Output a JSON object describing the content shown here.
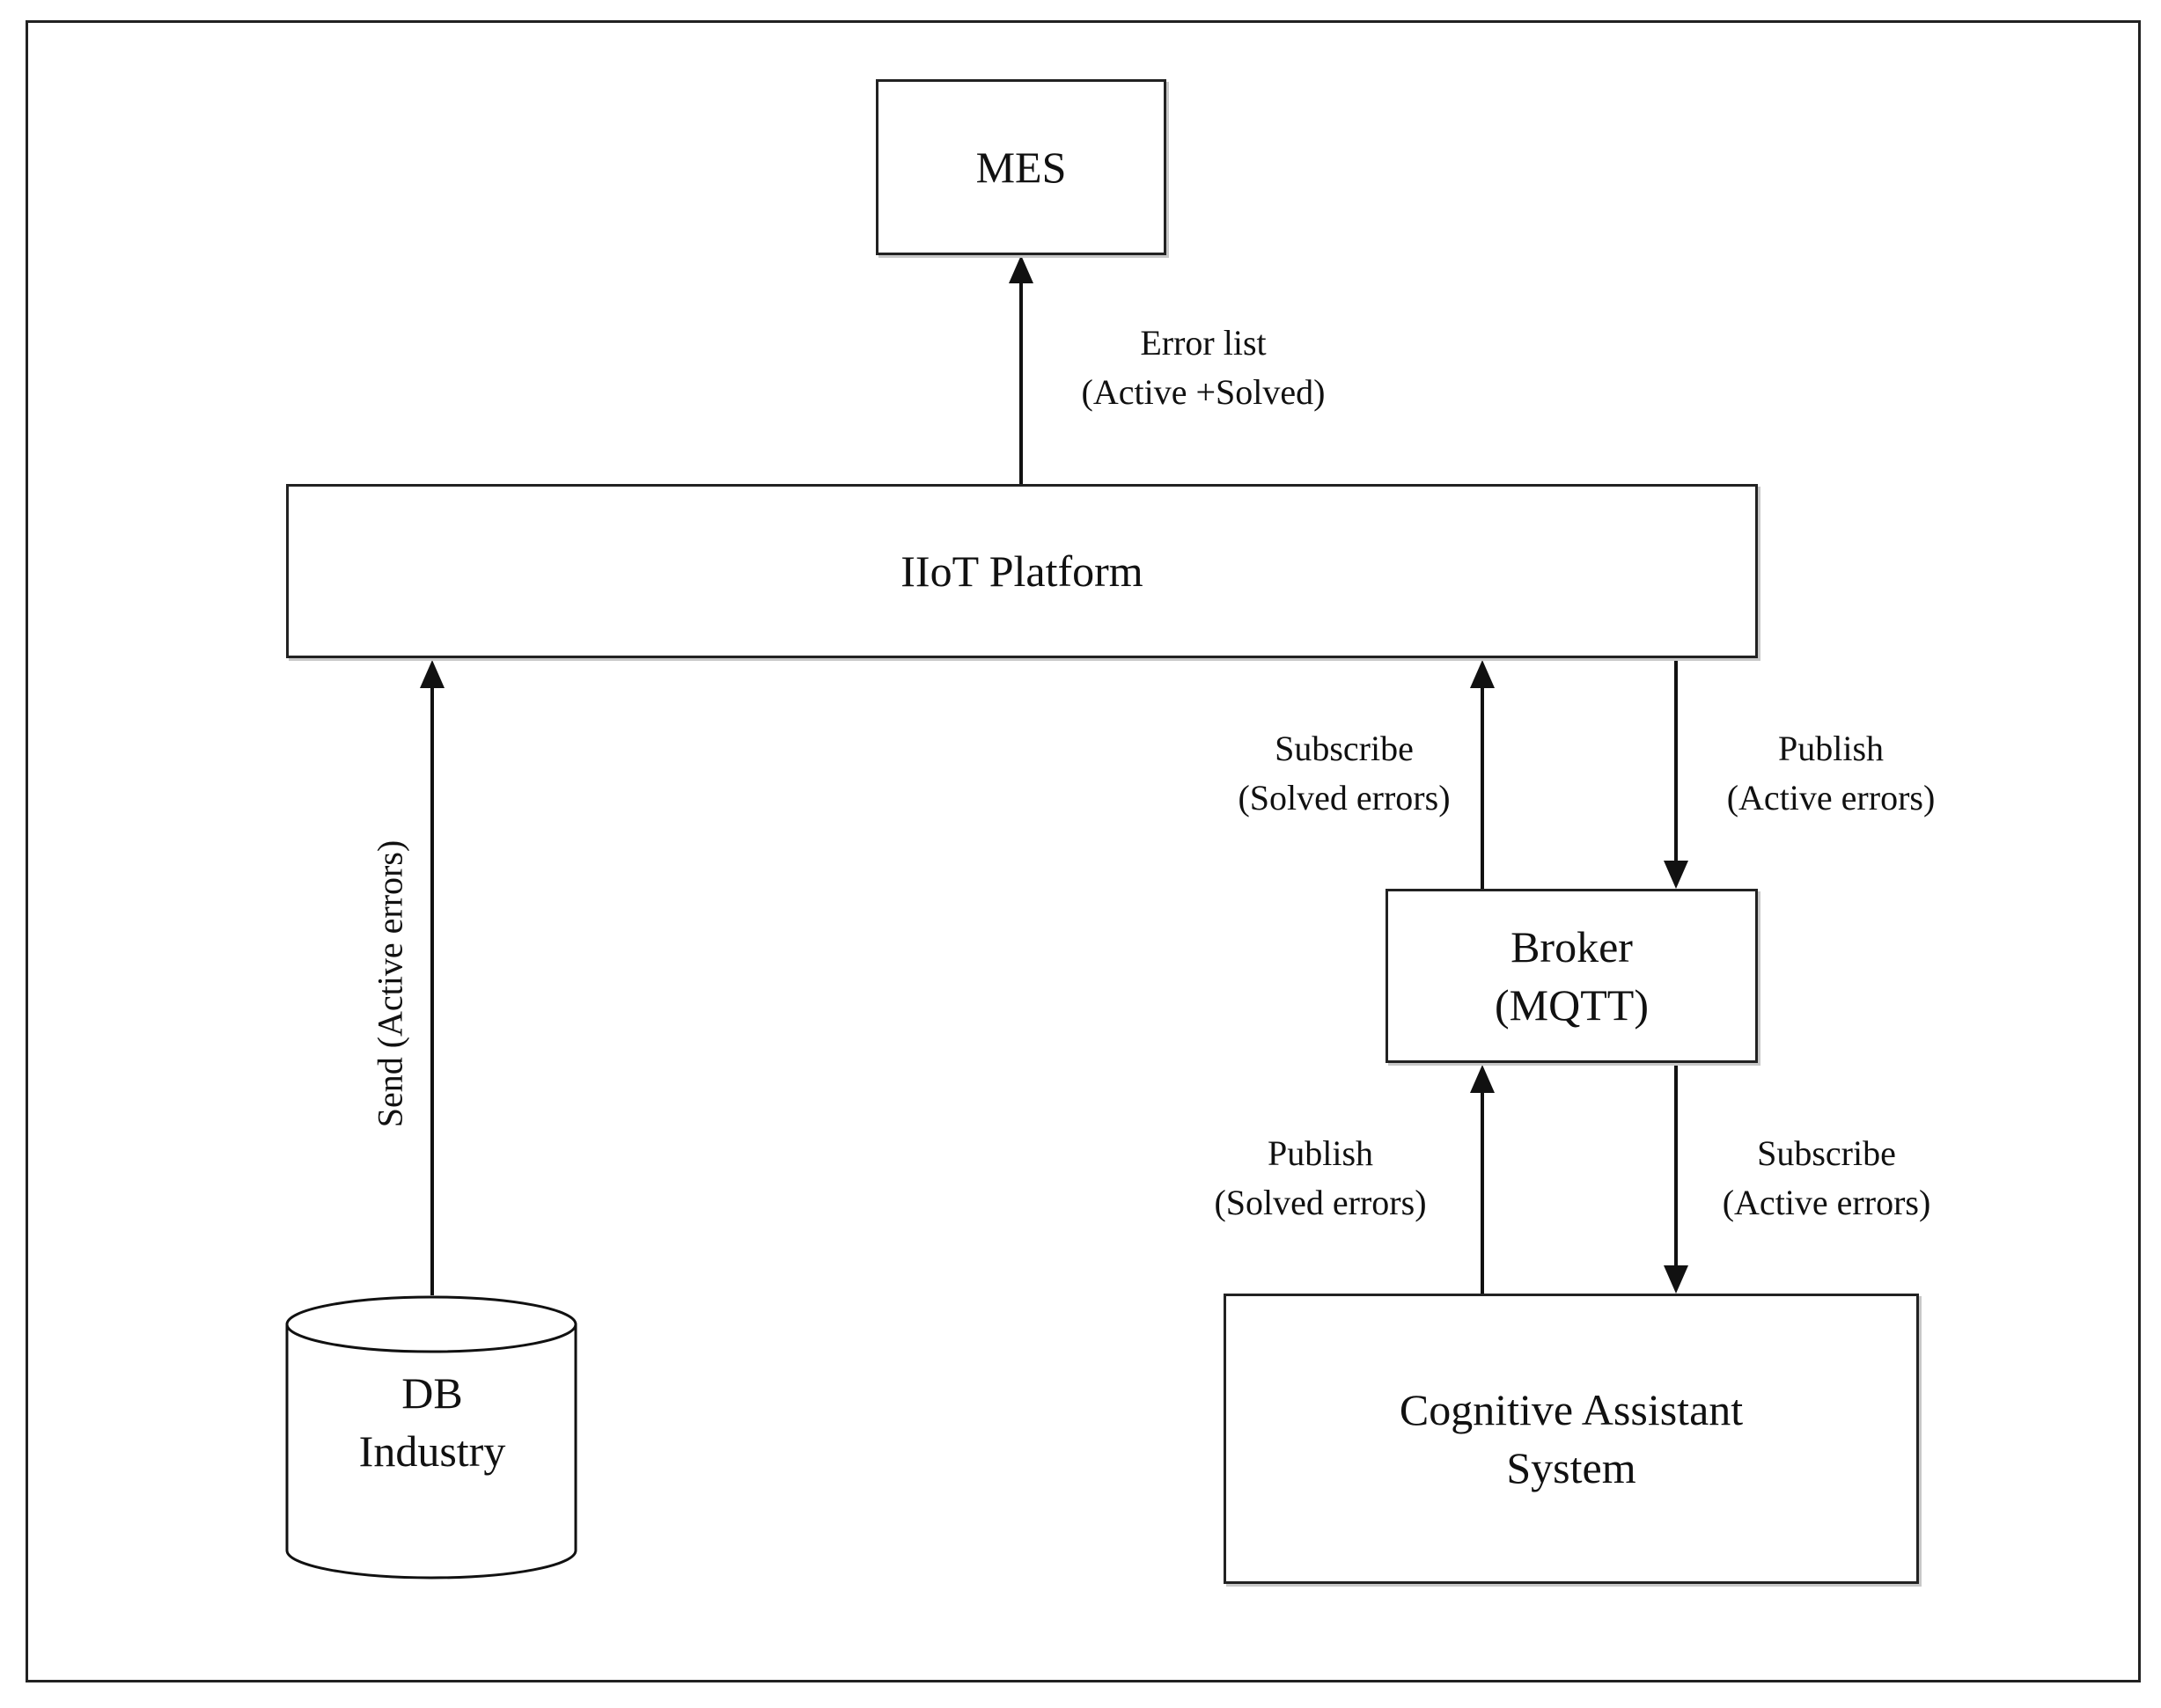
{
  "nodes": {
    "mes": "MES",
    "iiot": "IIoT Platform",
    "broker": [
      "Broker",
      "(MQTT)"
    ],
    "cognitive": [
      "Cognitive Assistant",
      "System"
    ],
    "db": [
      "DB",
      "Industry"
    ]
  },
  "edges": {
    "iiot_to_mes": [
      "Error list",
      "(Active +Solved)"
    ],
    "db_to_iiot": "Send (Active errors)",
    "broker_to_iiot": [
      "Subscribe",
      "(Solved errors)"
    ],
    "iiot_to_broker": [
      "Publish",
      "(Active errors)"
    ],
    "cognitive_to_broker": [
      "Publish",
      "(Solved errors)"
    ],
    "broker_to_cognitive": [
      "Subscribe",
      "(Active errors)"
    ]
  }
}
